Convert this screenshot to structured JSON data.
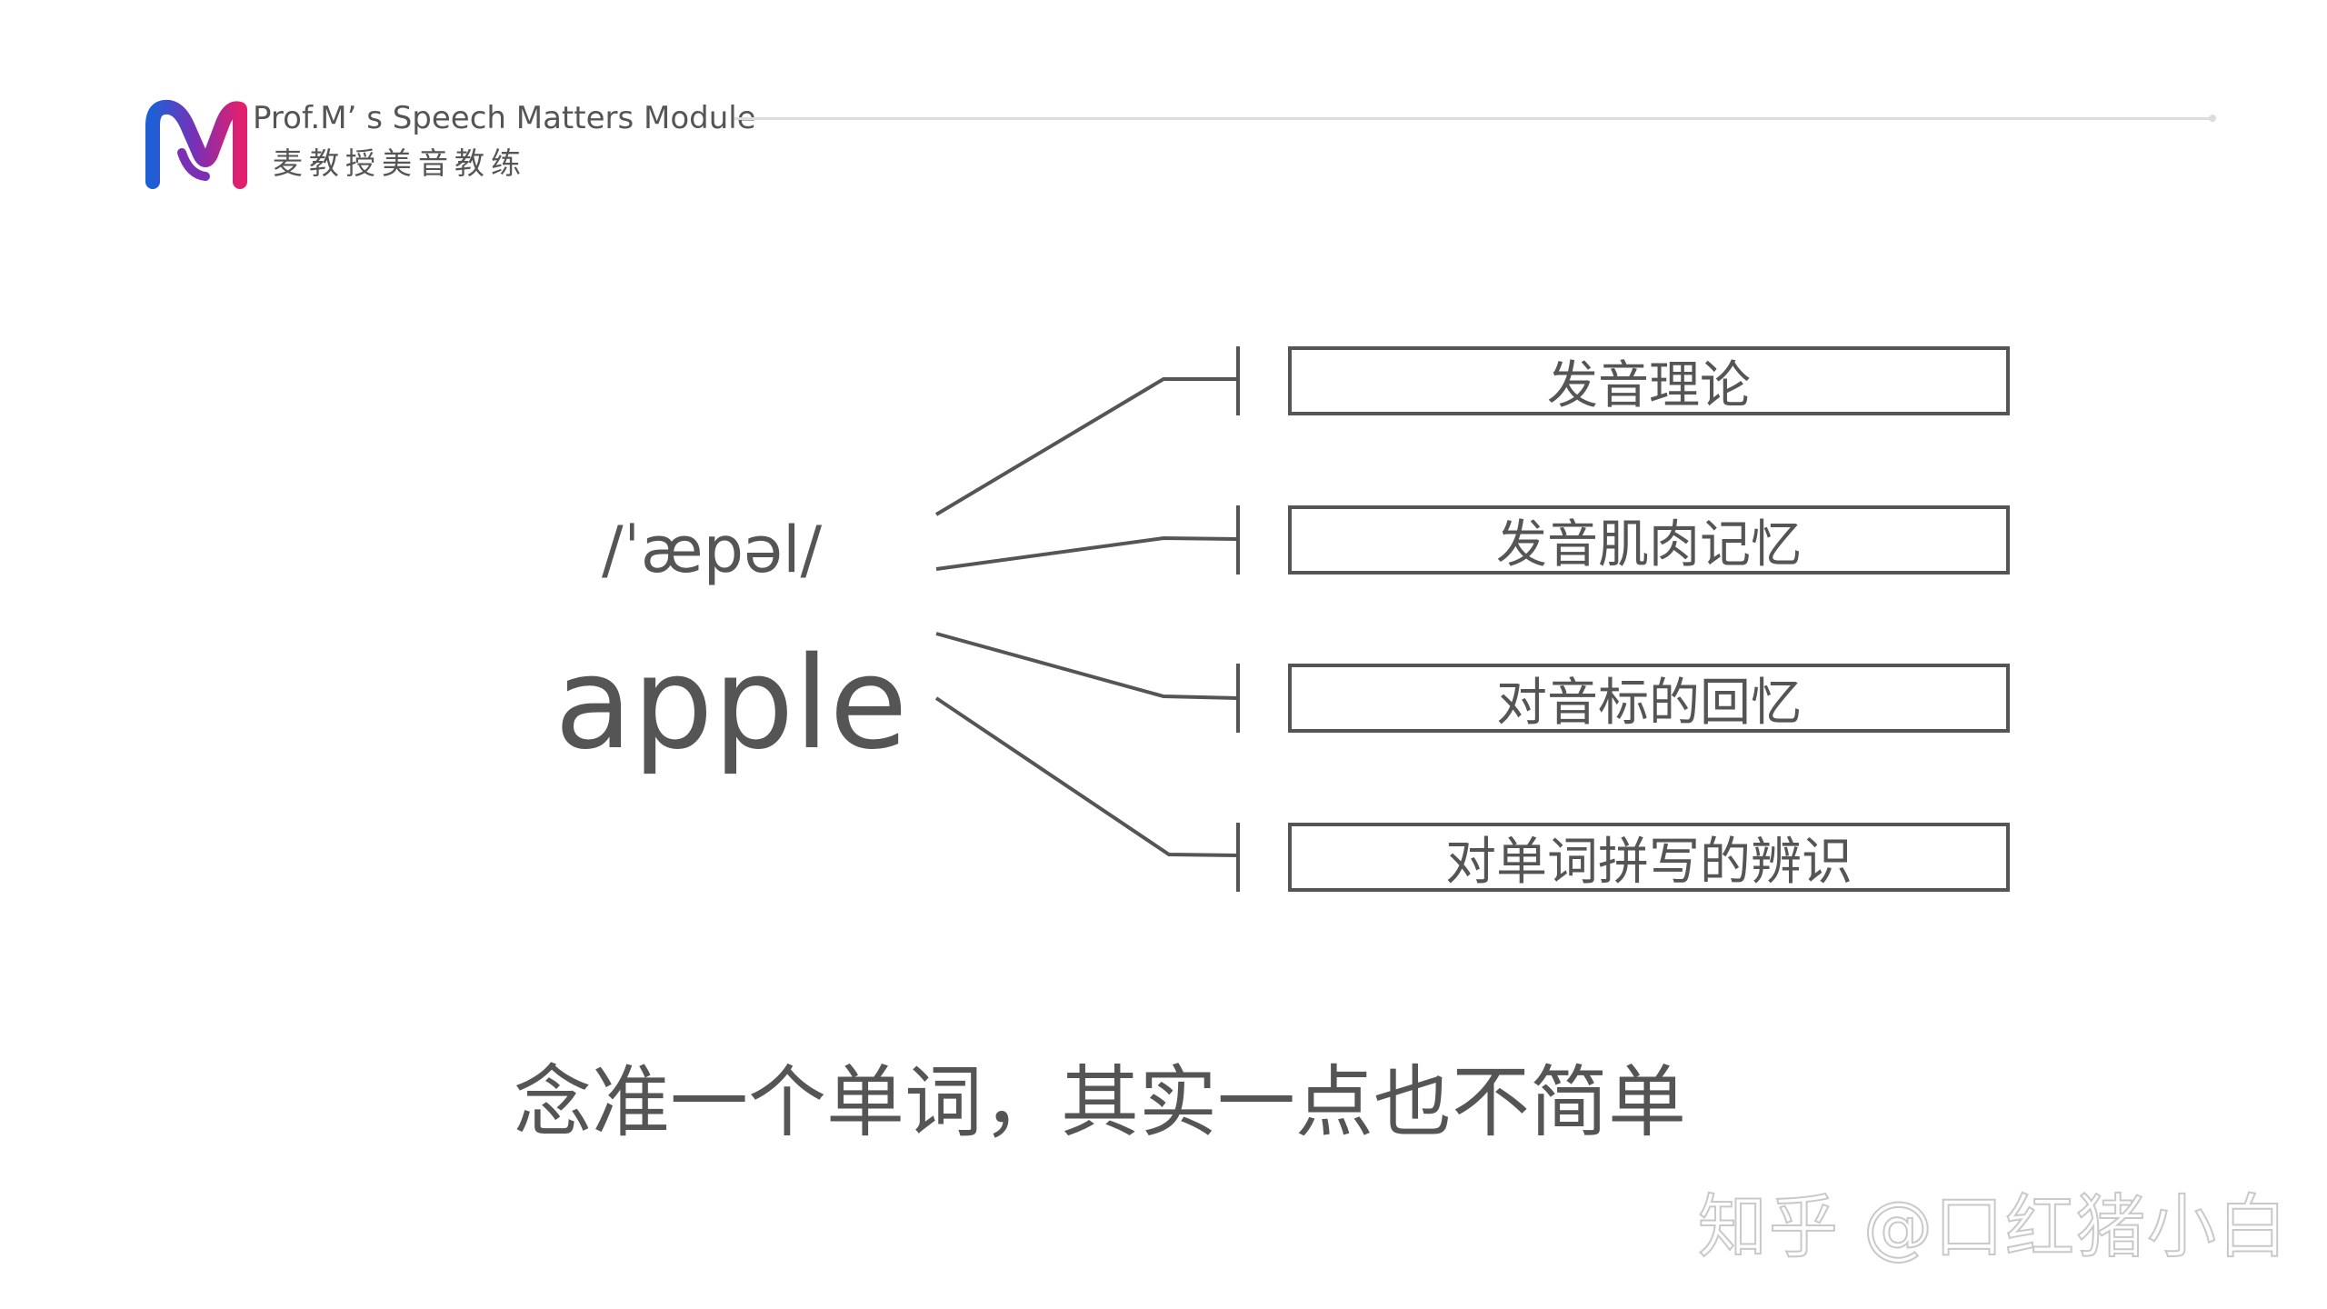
{
  "header": {
    "title": "Prof.M’ s Speech Matters Module",
    "subtitle": "麦教授美音教练",
    "logo_colors": {
      "blue": "#1f5fd6",
      "purple": "#7b2fb5",
      "pink": "#e0206e"
    }
  },
  "word": {
    "phonetic": "/ˈæpəl/",
    "text": "apple"
  },
  "factors": [
    {
      "label": "发音理论"
    },
    {
      "label": "发音肌肉记忆"
    },
    {
      "label": "对音标的回忆"
    },
    {
      "label": "对单词拼写的辨识"
    }
  ],
  "caption": "念准一个单词，其实一点也不简单",
  "watermark": "知乎 @口红猪小白",
  "colors": {
    "text": "#555555",
    "line": "#555555",
    "rule": "#dddddd"
  }
}
